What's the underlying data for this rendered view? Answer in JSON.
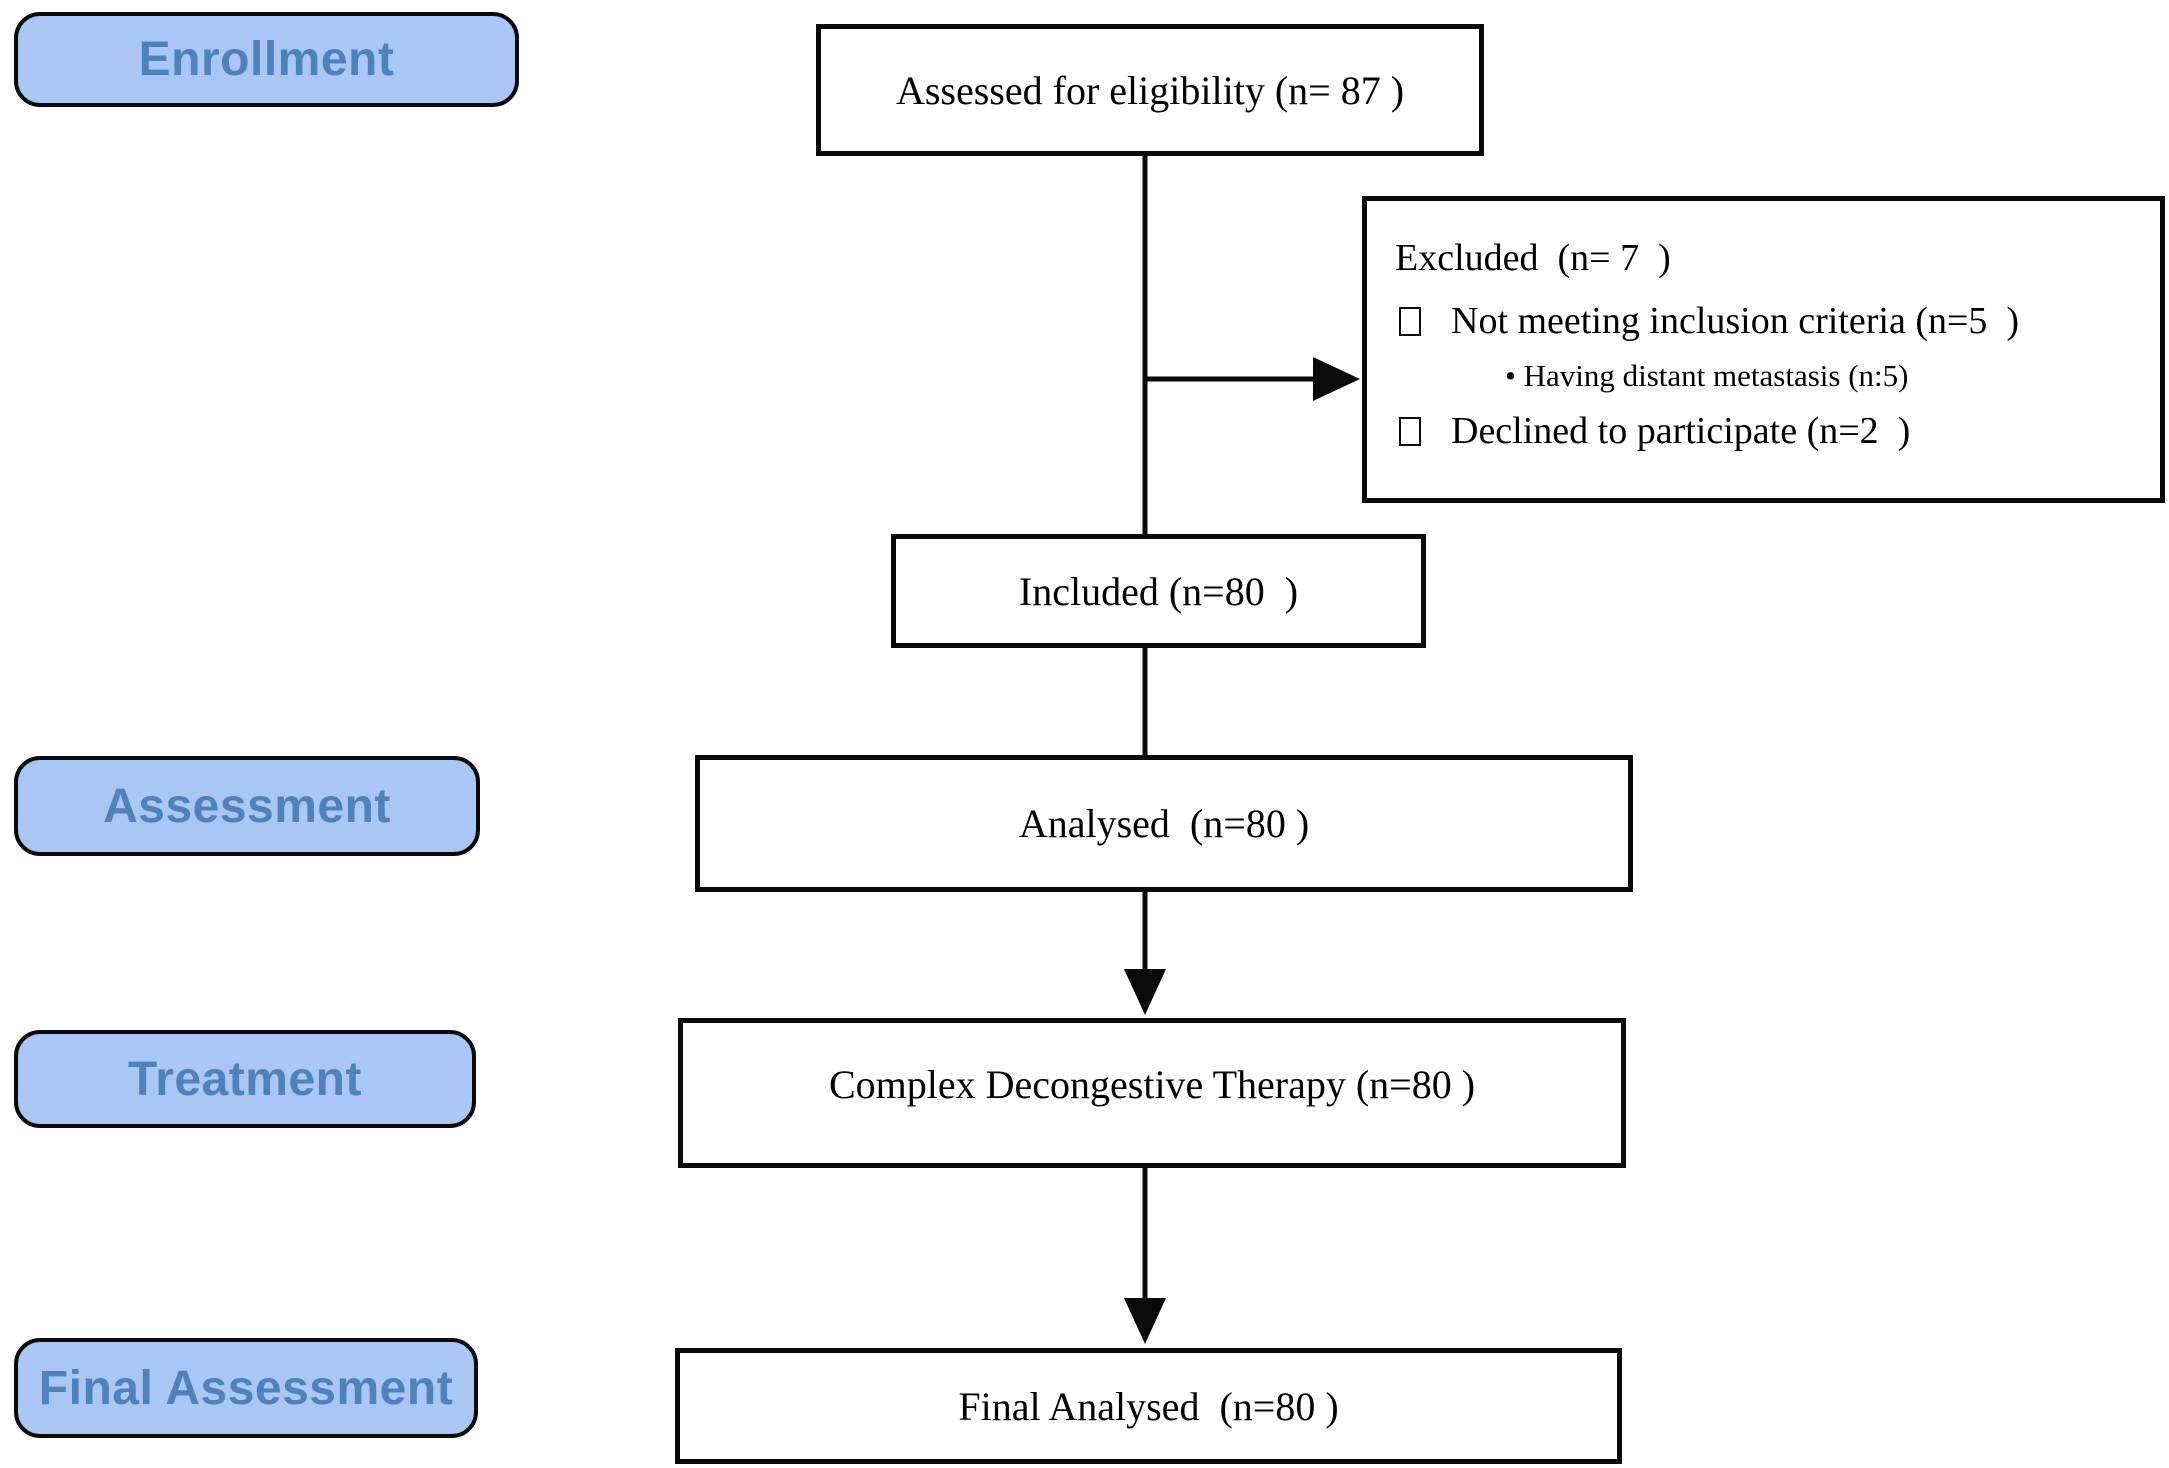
{
  "diagram_title": "CONSORT participant flow diagram",
  "stages": [
    {
      "label": "Enrollment"
    },
    {
      "label": "Assessment"
    },
    {
      "label": "Treatment"
    },
    {
      "label": "Final Assessment"
    }
  ],
  "flow": {
    "assessed": "Assessed for eligibility (n= 87 )",
    "excluded_title": "Excluded  (n= 7  )",
    "excluded_item1": "Not meeting inclusion criteria (n=5  )",
    "excluded_item1_sub": "• Having distant metastasis (n:5)",
    "excluded_item2": "Declined to participate (n=2  )",
    "included": "Included (n=80  )",
    "analysed": "Analysed  (n=80 )",
    "treatment": "Complex Decongestive Therapy (n=80 )",
    "final_analysed": "Final Analysed  (n=80 )"
  },
  "counts": {
    "assessed": 87,
    "excluded": 7,
    "not_meeting_inclusion": 5,
    "distant_metastasis": 5,
    "declined": 2,
    "included": 80,
    "analysed": 80,
    "treated": 80,
    "final_analysed": 80
  },
  "colors": {
    "stage_fill": "#a9c6f5",
    "stage_text": "#4e82bb",
    "line": "#000000",
    "background": "#ffffff"
  }
}
